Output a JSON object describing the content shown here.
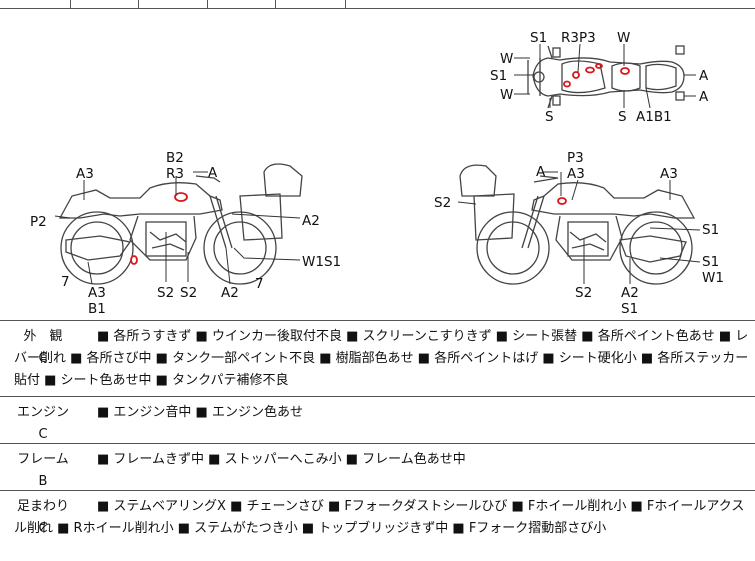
{
  "diagram": {
    "top_view": {
      "labels": [
        "S1",
        "R3P3",
        "W",
        "W",
        "S1",
        "W",
        "S",
        "S",
        "A1B1",
        "A",
        "A"
      ]
    },
    "left_side": {
      "labels": [
        "B2",
        "R3",
        "A",
        "A3",
        "P2",
        "A2",
        "W1S1",
        "7",
        "7",
        "A3",
        "B1",
        "S2",
        "S2",
        "A2"
      ]
    },
    "right_side": {
      "labels": [
        "P3",
        "A",
        "A3",
        "A3",
        "S2",
        "S1",
        "S1",
        "W1",
        "S2",
        "A2",
        "S1"
      ]
    }
  },
  "table": {
    "rows": [
      {
        "label": "外　観",
        "grade": "C",
        "text": "■ 各所うすきず ■ ウインカー後取付不良 ■ スクリーンこすりきず ■ シート張替 ■ 各所ペイント色あせ ■ レバー削れ ■ 各所さび中 ■ タンク一部ペイント不良 ■ 樹脂部色あせ ■ 各所ペイントはげ ■ シート硬化小 ■ 各所ステッカー貼付 ■ シート色あせ中 ■ タンクパテ補修不良"
      },
      {
        "label": "エンジン",
        "grade": "C",
        "text": "■ エンジン音中 ■ エンジン色あせ"
      },
      {
        "label": "フレーム",
        "grade": "B",
        "text": "■ フレームきず中 ■ ストッパーへこみ小 ■ フレーム色あせ中"
      },
      {
        "label": "足まわり",
        "grade": "C",
        "text": "■ ステムベアリングX ■ チェーンさび ■ Fフォークダストシールひび ■ Fホイール削れ小 ■ Fホイールアクスル削れ ■ Rホイール削れ小 ■ ステムがたつき小 ■ トップブリッジきず中 ■ Fフォーク摺動部さび小"
      }
    ]
  }
}
